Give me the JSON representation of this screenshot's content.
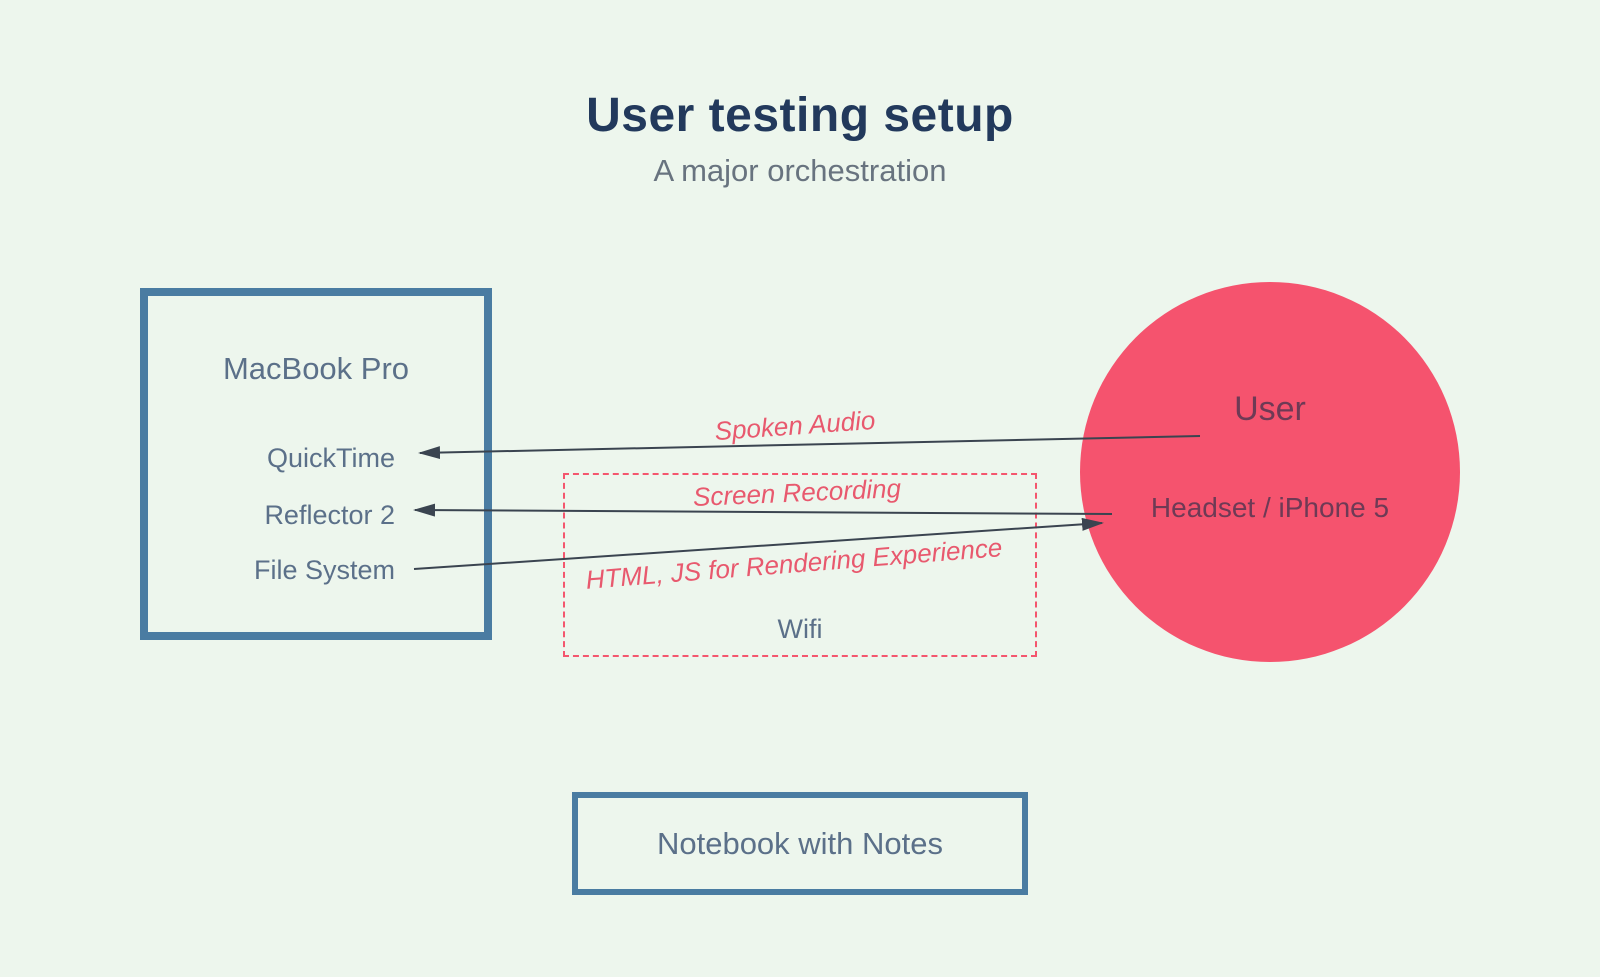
{
  "header": {
    "title": "User testing setup",
    "subtitle": "A major orchestration"
  },
  "macbook_box": {
    "title": "MacBook Pro",
    "items": [
      "QuickTime",
      "Reflector 2",
      "File System"
    ]
  },
  "user_circle": {
    "title": "User",
    "subtitle": "Headset / iPhone 5"
  },
  "wifi_box": {
    "label": "Wifi"
  },
  "connections": [
    {
      "label": "Spoken Audio"
    },
    {
      "label": "Screen Recording"
    },
    {
      "label": "HTML, JS for Rendering Experience"
    }
  ],
  "notebook_box": {
    "label": "Notebook with Notes"
  },
  "colors": {
    "background": "#edf6ed",
    "box_border_blue": "#4a7ca2",
    "circle_pink": "#f5536e",
    "dashed_pink": "#f4566e",
    "label_pink": "#e8596e",
    "title_navy": "#22395c",
    "subtitle_gray": "#68737f",
    "slate_text": "#5b7089",
    "plum_text": "#6e3a55",
    "arrow_line": "#3a4450"
  }
}
